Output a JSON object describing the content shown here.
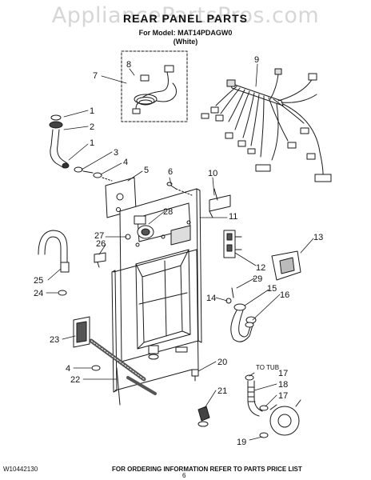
{
  "header": {
    "watermark": "AppliancePartsPros.com",
    "title": "REAR PANEL PARTS",
    "model_line": "For Model: MAT14PDAGW0",
    "color_line": "(White)"
  },
  "diagram": {
    "to_tub_label": "TO TUB",
    "callouts": [
      {
        "id": "c1a",
        "label": "1"
      },
      {
        "id": "c2",
        "label": "2"
      },
      {
        "id": "c1b",
        "label": "1"
      },
      {
        "id": "c3",
        "label": "3"
      },
      {
        "id": "c4a",
        "label": "4"
      },
      {
        "id": "c5",
        "label": "5"
      },
      {
        "id": "c6",
        "label": "6"
      },
      {
        "id": "c7",
        "label": "7"
      },
      {
        "id": "c8",
        "label": "8"
      },
      {
        "id": "c9",
        "label": "9"
      },
      {
        "id": "c10",
        "label": "10"
      },
      {
        "id": "c11",
        "label": "11"
      },
      {
        "id": "c12",
        "label": "12"
      },
      {
        "id": "c13",
        "label": "13"
      },
      {
        "id": "c14",
        "label": "14"
      },
      {
        "id": "c15",
        "label": "15"
      },
      {
        "id": "c16",
        "label": "16"
      },
      {
        "id": "c17a",
        "label": "17"
      },
      {
        "id": "c17b",
        "label": "17"
      },
      {
        "id": "c18",
        "label": "18"
      },
      {
        "id": "c19",
        "label": "19"
      },
      {
        "id": "c20",
        "label": "20"
      },
      {
        "id": "c21",
        "label": "21"
      },
      {
        "id": "c22",
        "label": "22"
      },
      {
        "id": "c23",
        "label": "23"
      },
      {
        "id": "c4b",
        "label": "4"
      },
      {
        "id": "c24",
        "label": "24"
      },
      {
        "id": "c25",
        "label": "25"
      },
      {
        "id": "c26",
        "label": "26"
      },
      {
        "id": "c27",
        "label": "27"
      },
      {
        "id": "c28",
        "label": "28"
      },
      {
        "id": "c29",
        "label": "29"
      }
    ]
  },
  "footer": {
    "doc_number": "W10442130",
    "ordering_info": "FOR ORDERING INFORMATION REFER TO PARTS PRICE LIST",
    "page_number": "6"
  }
}
